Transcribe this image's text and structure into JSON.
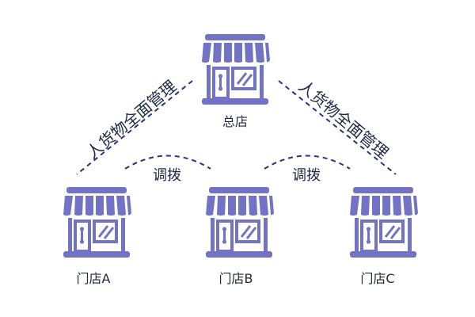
{
  "diagram": {
    "head_store": {
      "label": "总店"
    },
    "branches": [
      {
        "label": "门店A"
      },
      {
        "label": "门店B"
      },
      {
        "label": "门店C"
      }
    ],
    "management_left": "人货物全面管理",
    "management_right": "人货物全面管理",
    "transfer_ab": "调拨",
    "transfer_bc": "调拨"
  },
  "colors": {
    "store": "#7373c6",
    "store_dark": "#5f5fb4",
    "line": "#2b2f86",
    "background": "#ffffff"
  }
}
